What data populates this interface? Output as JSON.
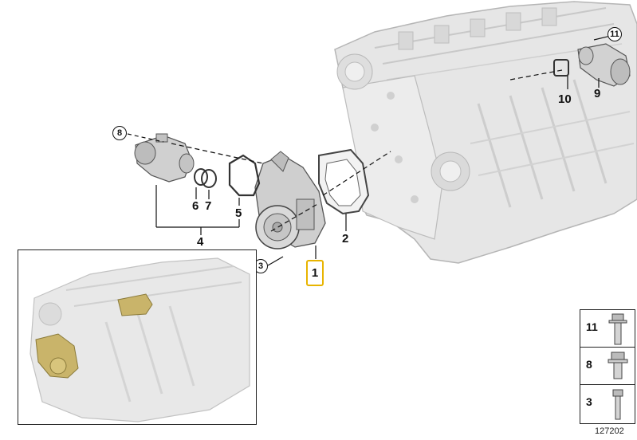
{
  "callouts": {
    "c1": "1",
    "c2": "2",
    "c3": "3",
    "c4": "4",
    "c5": "5",
    "c6": "6",
    "c7": "7",
    "c8": "8",
    "c9": "9",
    "c10": "10",
    "c11": "11"
  },
  "legend": {
    "rows": [
      {
        "num": "11",
        "icon": "long-flange-bolt-icon"
      },
      {
        "num": "8",
        "icon": "flange-bolt-icon"
      },
      {
        "num": "3",
        "icon": "hex-bolt-icon"
      }
    ]
  },
  "reference_number": "127202",
  "colors": {
    "engine_fill": "#e4e4e4",
    "engine_stroke": "#b8b8b8",
    "part_fill": "#cfcfcf",
    "part_stroke": "#555555",
    "highlight": "#e8b400",
    "inset_parts": "#c9b46a"
  }
}
